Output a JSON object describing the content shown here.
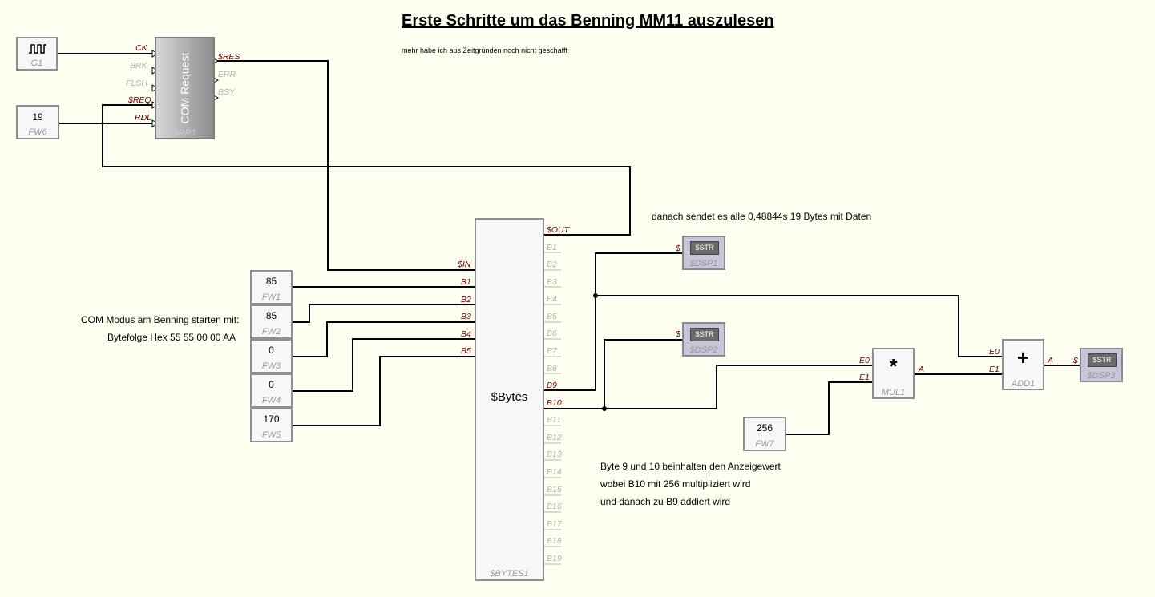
{
  "header": {
    "title": "Erste Schritte um das Benning MM11 auszulesen",
    "subtitle": "mehr habe ich aus Zeitgründen noch nicht geschafft"
  },
  "notes": {
    "com_mode_line1": "COM Modus am Benning starten mit:",
    "com_mode_line2": "Bytefolge Hex 55 55 00 00 AA",
    "send_info": "danach sendet es alle 0,48844s 19 Bytes mit Daten",
    "calc_line1": "Byte 9 und 10 beinhalten den Anzeigewert",
    "calc_line2": "wobei B10 mit 256 multipliziert wird",
    "calc_line3": "und danach zu B9 addiert wird"
  },
  "blocks": {
    "g1": {
      "name": "G1",
      "icon": "square-wave-icon"
    },
    "fw6": {
      "value": "19",
      "name": "FW6"
    },
    "rr1": {
      "label": "COM Request",
      "name": "$RR1",
      "inputs": [
        "CK",
        "BRK",
        "FLSH",
        "$REQ",
        "RDL"
      ],
      "outputs": [
        "$RES",
        "ERR",
        "BSY"
      ]
    },
    "fw1": {
      "value": "85",
      "name": "FW1"
    },
    "fw2": {
      "value": "85",
      "name": "FW2"
    },
    "fw3": {
      "value": "0",
      "name": "FW3"
    },
    "fw4": {
      "value": "0",
      "name": "FW4"
    },
    "fw5": {
      "value": "170",
      "name": "FW5"
    },
    "fw7": {
      "value": "256",
      "name": "FW7"
    },
    "bytes": {
      "label": "$Bytes",
      "name": "$BYTES1",
      "inputs": [
        "$IN",
        "B1",
        "B2",
        "B3",
        "B4",
        "B5"
      ],
      "outputs": [
        "$OUT",
        "B1",
        "B2",
        "B3",
        "B4",
        "B5",
        "B6",
        "B7",
        "B8",
        "B9",
        "B10",
        "B11",
        "B12",
        "B13",
        "B14",
        "B15",
        "B16",
        "B17",
        "B18",
        "B19"
      ]
    },
    "dsp1": {
      "screen": "$STR",
      "name": "$DSP1",
      "input": "$"
    },
    "dsp2": {
      "screen": "$STR",
      "name": "$DSP2",
      "input": "$"
    },
    "dsp3": {
      "screen": "$STR",
      "name": "$DSP3",
      "input": "$"
    },
    "mul1": {
      "symbol": "*",
      "name": "MUL1",
      "inputs": [
        "E0",
        "E1"
      ],
      "output": "A"
    },
    "add1": {
      "symbol": "+",
      "name": "ADD1",
      "inputs": [
        "E0",
        "E1"
      ],
      "output": "A"
    }
  }
}
